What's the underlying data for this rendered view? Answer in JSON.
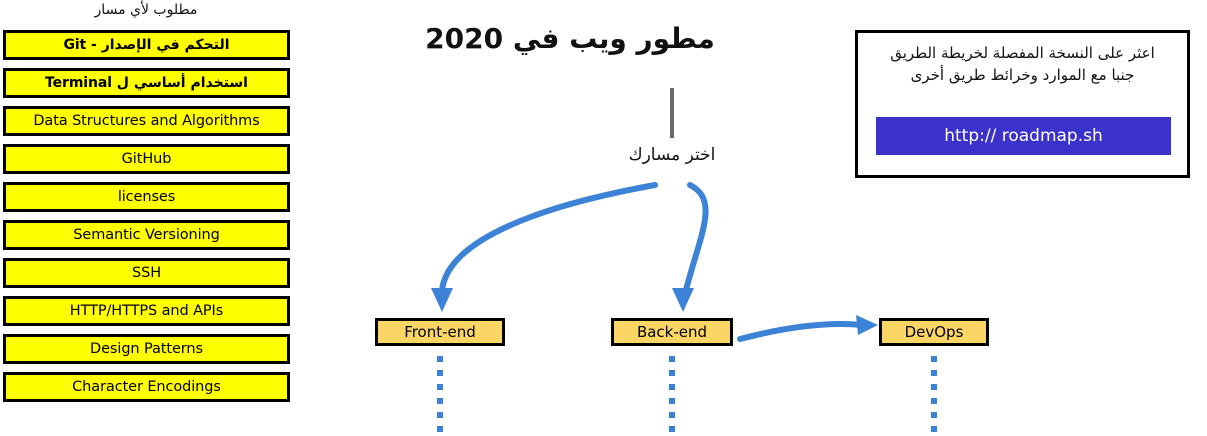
{
  "prerequisites": {
    "heading": "مطلوب لأي مسار",
    "items": [
      {
        "label": "التحكم في الإصدار - Git",
        "rtl": true
      },
      {
        "label": "استخدام أساسي ل Terminal",
        "rtl": true
      },
      {
        "label": "Data Structures and Algorithms",
        "rtl": false
      },
      {
        "label": "GitHub",
        "rtl": false
      },
      {
        "label": "licenses",
        "rtl": false
      },
      {
        "label": "Semantic Versioning",
        "rtl": false
      },
      {
        "label": "SSH",
        "rtl": false
      },
      {
        "label": "HTTP/HTTPS and APIs",
        "rtl": false
      },
      {
        "label": "Design Patterns",
        "rtl": false
      },
      {
        "label": "Character Encodings",
        "rtl": false
      }
    ]
  },
  "flow": {
    "title": "مطور ويب في  2020",
    "choose_path_label": "اختر مسارك",
    "nodes": [
      {
        "id": "frontend",
        "label": "Front-end"
      },
      {
        "id": "backend",
        "label": "Back-end"
      },
      {
        "id": "devops",
        "label": "DevOps"
      }
    ]
  },
  "info_panel": {
    "line1": "اعثر على النسخة المفصلة لخريطة الطريق",
    "line2": "جنبا  مع الموارد وخرائط طريق أخرى",
    "button_label": "http:// roadmap.sh"
  },
  "colors": {
    "prereq_fill": "#FFFF00",
    "node_fill": "#FBD665",
    "arrow_blue": "#3C82D6",
    "button_blue": "#3B32CC",
    "trunk_gray": "#6B6B6B",
    "outline_black": "#000000"
  }
}
